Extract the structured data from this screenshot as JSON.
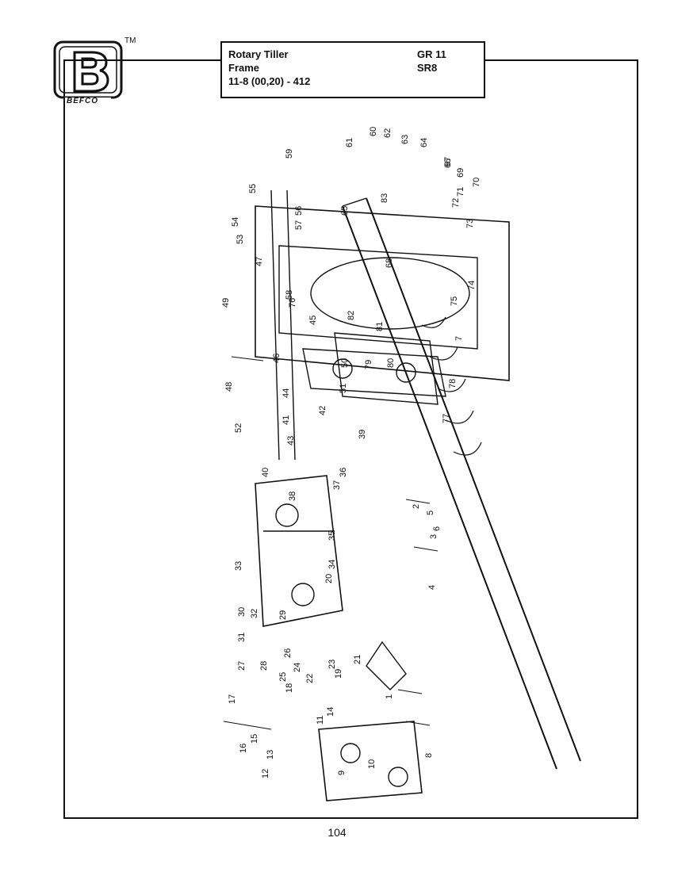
{
  "header": {
    "title": "Rotary Tiller",
    "subtitle": "Frame",
    "model": "11-8 (00,20) - 412",
    "group": "GR 11",
    "section": "SR8"
  },
  "logo": {
    "brand": "BEFCO",
    "letter": "B",
    "trademark": "TM"
  },
  "diagram": {
    "callouts": [
      "1",
      "2",
      "3",
      "4",
      "5",
      "6",
      "7",
      "8",
      "9",
      "10",
      "11",
      "12",
      "13",
      "14",
      "15",
      "16",
      "17",
      "18",
      "19",
      "20",
      "21",
      "22",
      "23",
      "24",
      "25",
      "26",
      "27",
      "28",
      "29",
      "30",
      "31",
      "32",
      "33",
      "34",
      "35",
      "36",
      "37",
      "38",
      "39",
      "40",
      "41",
      "42",
      "43",
      "44",
      "45",
      "46",
      "47",
      "48",
      "49",
      "50",
      "51",
      "52",
      "53",
      "54",
      "55",
      "56",
      "57",
      "58",
      "59",
      "60",
      "61",
      "62",
      "63",
      "64",
      "65",
      "66",
      "67",
      "68",
      "69",
      "70",
      "71",
      "72",
      "73",
      "74",
      "75",
      "76",
      "77",
      "78",
      "79",
      "80",
      "81",
      "82",
      "83"
    ]
  },
  "footer": {
    "page_number": "104"
  }
}
